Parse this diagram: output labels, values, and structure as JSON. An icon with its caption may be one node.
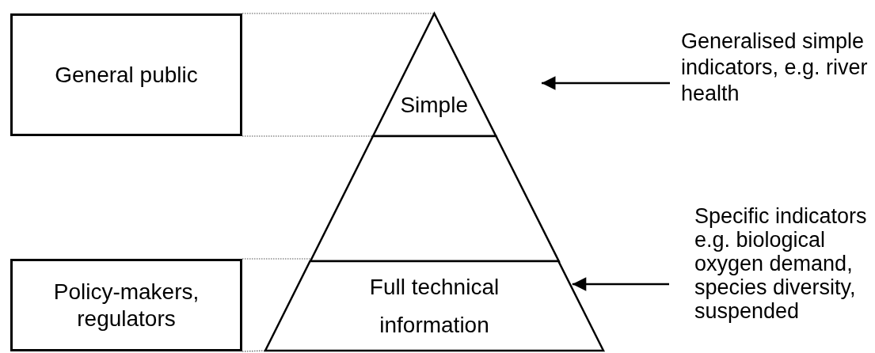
{
  "diagram": {
    "nodes": [
      {
        "text": [
          "General public"
        ]
      },
      {
        "text": [
          "Simple"
        ]
      },
      {
        "text": [],
        "shape": "box"
      },
      {
        "text": [
          "Policy-makers, regulators"
        ]
      },
      {
        "text": [
          "Full technical information"
        ]
      },
      {
        "text": [
          "Generalised simple indicators, e.g. river health"
        ]
      },
      {
        "text": [
          "Specific indicators e.g. biological oxygen demand, species diversity, suspended"
        ]
      }
    ],
    "edges": [
      {
        "from": 0,
        "to": 1,
        "arrow": "none",
        "style": "dashed"
      },
      {
        "from": 0,
        "to": 1,
        "arrow": "none",
        "style": "dashed"
      },
      {
        "from": 3,
        "to": 4,
        "arrow": "none",
        "style": "dashed"
      },
      {
        "from": 3,
        "to": 4,
        "arrow": "none",
        "style": "dashed"
      },
      {
        "from": 5,
        "to": null,
        "arrow": "to"
      },
      {
        "from": 6,
        "to": 4,
        "arrow": "to"
      }
    ]
  }
}
